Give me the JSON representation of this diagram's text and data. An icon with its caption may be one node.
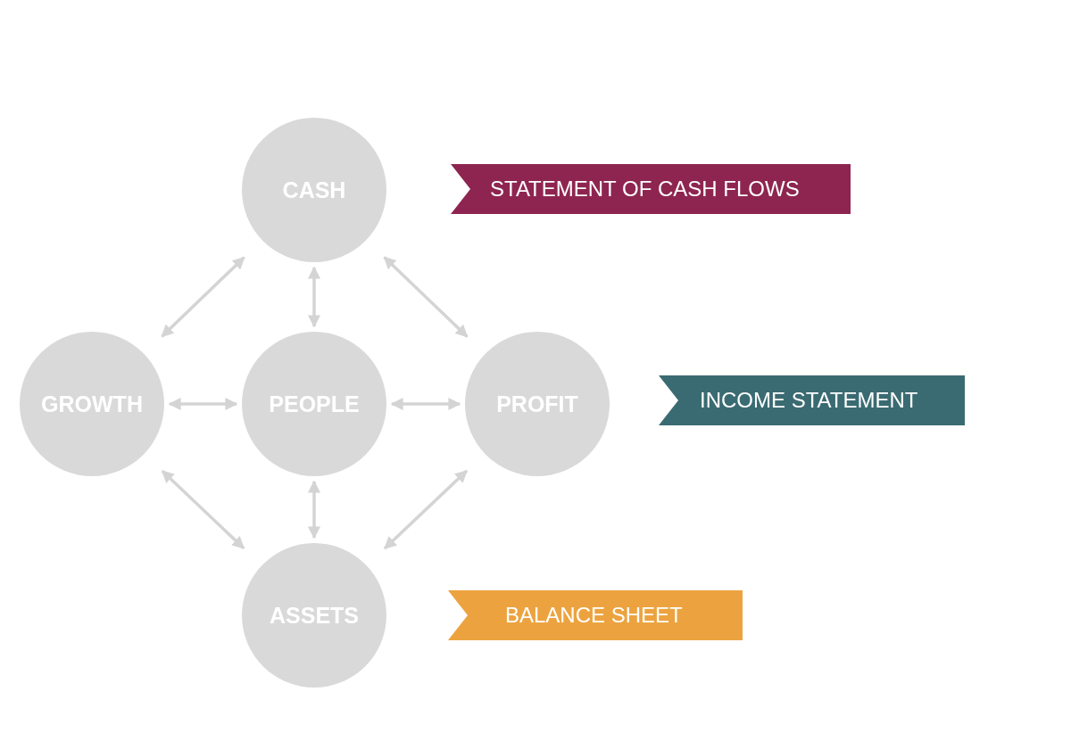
{
  "diagram": {
    "nodes": [
      {
        "text": [
          "CASH"
        ]
      },
      {
        "text": [
          "GROWTH"
        ]
      },
      {
        "text": [
          "PEOPLE"
        ]
      },
      {
        "text": [
          "PROFIT"
        ]
      },
      {
        "text": [
          "ASSETS"
        ]
      },
      {
        "text": [
          "STATEMENT OF CASH FLOWS"
        ]
      },
      {
        "text": [
          "INCOME STATEMENT"
        ]
      },
      {
        "text": [
          "BALANCE SHEET"
        ]
      }
    ],
    "edges": [
      {
        "from": 0,
        "to": 1,
        "arrow": "both"
      },
      {
        "from": 0,
        "to": 2,
        "arrow": "both"
      },
      {
        "from": 0,
        "to": 3,
        "arrow": "both"
      },
      {
        "from": 1,
        "to": 2,
        "arrow": "both"
      },
      {
        "from": 2,
        "to": 3,
        "arrow": "both"
      },
      {
        "from": 1,
        "to": 4,
        "arrow": "both"
      },
      {
        "from": 2,
        "to": 4,
        "arrow": "both"
      },
      {
        "from": 3,
        "to": 4,
        "arrow": "both"
      }
    ]
  }
}
